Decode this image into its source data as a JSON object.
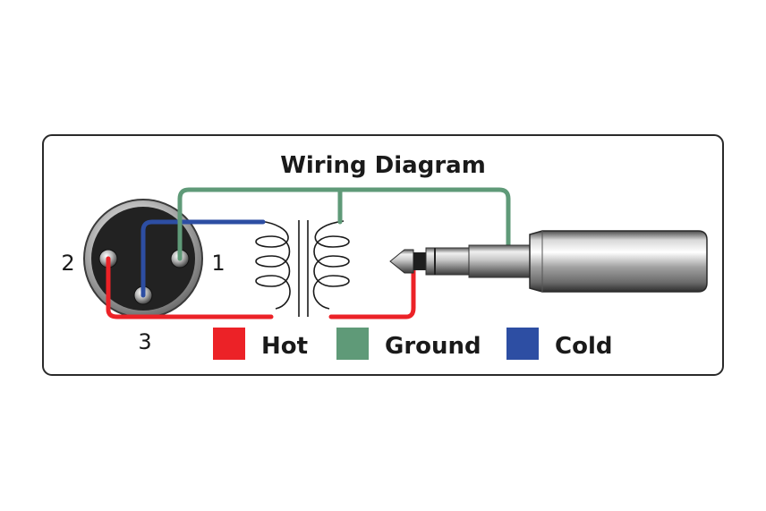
{
  "title": "Wiring Diagram",
  "xlr_pins": {
    "pin1": "1",
    "pin2": "2",
    "pin3": "3"
  },
  "legend": [
    {
      "label": "Hot",
      "color": "#ec2227"
    },
    {
      "label": "Ground",
      "color": "#5f9a78"
    },
    {
      "label": "Cold",
      "color": "#2d4ea3"
    }
  ],
  "colors": {
    "hot": "#ec2227",
    "ground": "#5f9a78",
    "cold": "#2d4ea3",
    "outline": "#2a2a2a"
  },
  "icons": [
    "xlr-connector-icon",
    "transformer-icon",
    "quarter-inch-plug-icon"
  ]
}
